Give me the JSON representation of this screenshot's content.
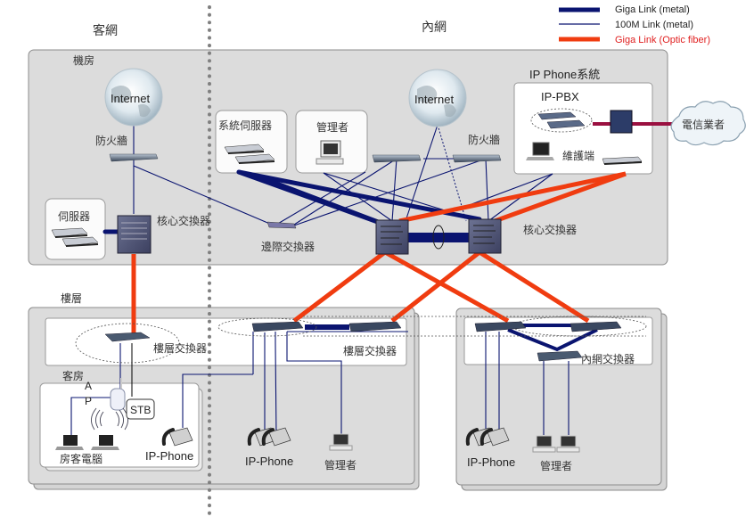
{
  "legend": {
    "items": [
      {
        "label": "Giga Link (metal)",
        "color": "#0a1470",
        "style": "thick"
      },
      {
        "label": "100M Link (metal)",
        "color": "#0a1470",
        "style": "thin"
      },
      {
        "label": "Giga Link (Optic fiber)",
        "color": "#f03c10",
        "style": "thick",
        "label_color": "#e02020"
      }
    ]
  },
  "zones": {
    "guest_net": "客網",
    "internal_net": "內網"
  },
  "sections": {
    "machine_room": "機房",
    "floor": "樓層",
    "guest_room": "客房",
    "ip_phone_system": "IP Phone系統"
  },
  "labels": {
    "internet_left": "Internet",
    "internet_right": "Internet",
    "firewall_left": "防火牆",
    "firewall_right": "防火牆",
    "server_box": "伺服器",
    "core_switch_left": "核心交換器",
    "core_switch_right": "核心交換器",
    "system_server": "系統伺服器",
    "manager_top": "管理者",
    "edge_switch": "邊際交換器",
    "ip_pbx": "IP-PBX",
    "maintenance": "維護端",
    "telecom": "電信業者",
    "floor_switch_left": "樓層交換器",
    "floor_switch_right": "樓層交換器",
    "internal_switch": "內網交換器",
    "ap": "A\nP",
    "ap_a": "A",
    "ap_p": "P",
    "stb": "STB",
    "guest_pc": "房客電腦",
    "ip_phone_guest": "IP-Phone",
    "ip_phone_mid": "IP-Phone",
    "ip_phone_right": "IP-Phone",
    "manager_mid": "管理者",
    "manager_right": "管理者"
  },
  "colors": {
    "giga_metal": "#0a1470",
    "fiber": "#f03c10",
    "telecom_link": "#9a1040",
    "panel": "#dcdcdc",
    "panel_border": "#8c8c8c"
  }
}
